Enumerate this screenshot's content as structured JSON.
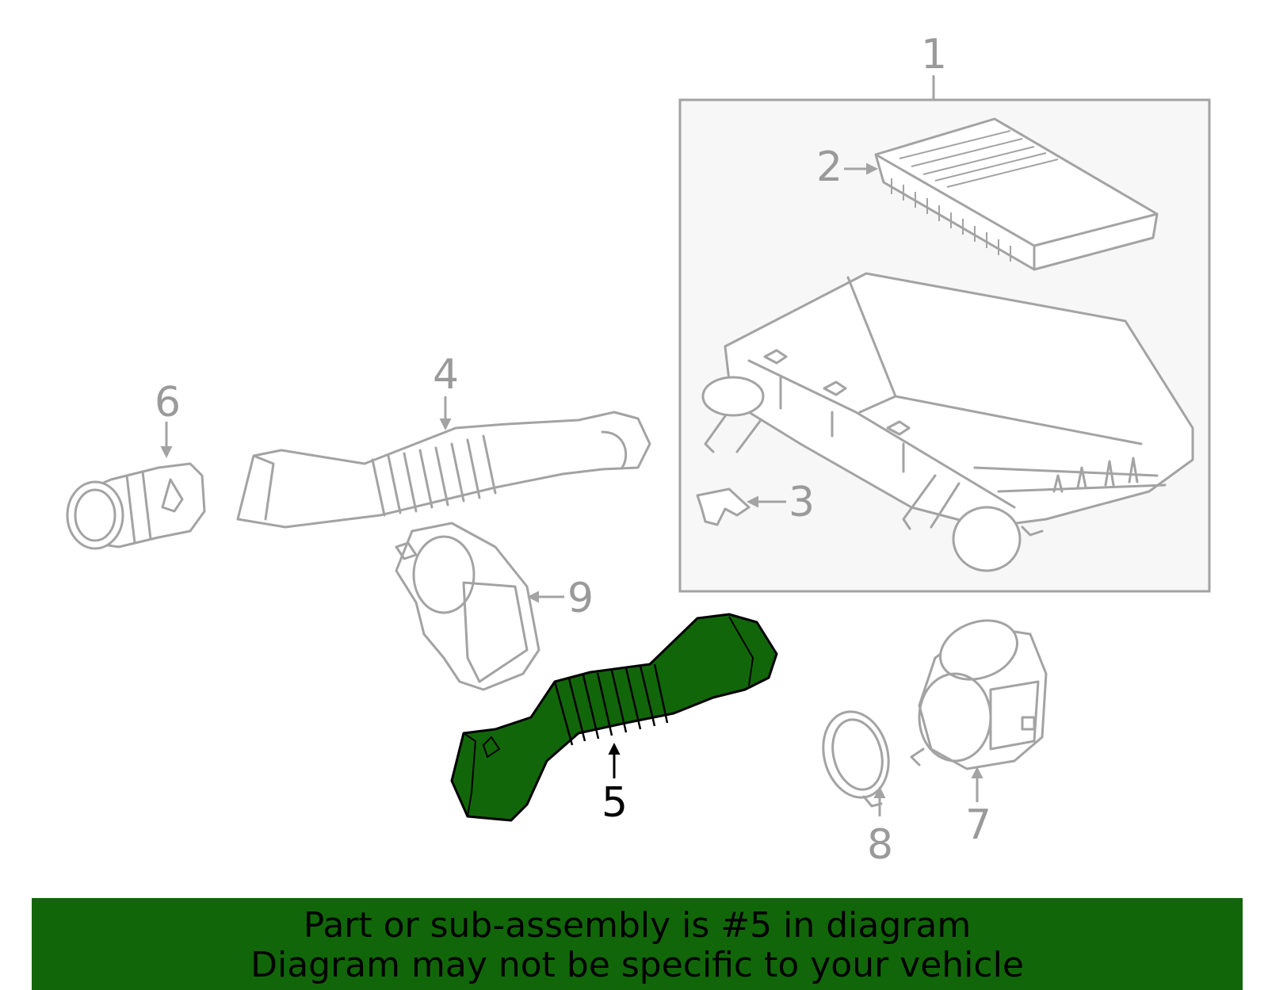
{
  "callouts": [
    {
      "id": "1",
      "label": "1",
      "highlighted": false
    },
    {
      "id": "2",
      "label": "2",
      "highlighted": false
    },
    {
      "id": "3",
      "label": "3",
      "highlighted": false
    },
    {
      "id": "4",
      "label": "4",
      "highlighted": false
    },
    {
      "id": "5",
      "label": "5",
      "highlighted": true
    },
    {
      "id": "6",
      "label": "6",
      "highlighted": false
    },
    {
      "id": "7",
      "label": "7",
      "highlighted": false
    },
    {
      "id": "8",
      "label": "8",
      "highlighted": false
    },
    {
      "id": "9",
      "label": "9",
      "highlighted": false
    }
  ],
  "banner": {
    "line1": "Part or sub-assembly is #5 in diagram",
    "line2": "Diagram may not be specific to your vehicle"
  },
  "colors": {
    "highlight": "#12660a",
    "line": "#a3a3a3",
    "label": "#9a9a9a",
    "box_fill": "#f7f7f7"
  }
}
